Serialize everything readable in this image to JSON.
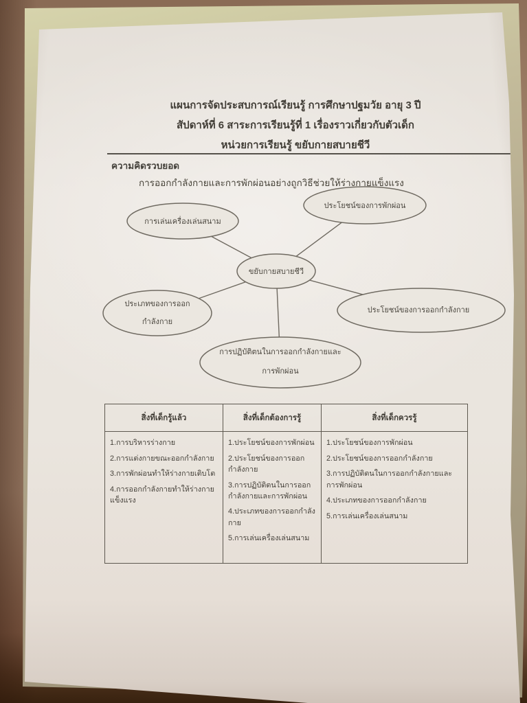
{
  "document": {
    "title_lines": [
      "แผนการจัดประสบการณ์เรียนรู้ การศึกษาปฐมวัย อายุ 3 ปี",
      "สัปดาห์ที่ 6 สาระการเรียนรู้ที่ 1 เรื่องราวเกี่ยวกับตัวเด็ก",
      "หน่วยการเรียนรู้ ขยับกายสบายชีวี"
    ],
    "concept_heading": "ความคิดรวบยอด",
    "concept_body": "การออกกำลังกายและการพักผ่อนอย่างถูกวิธีช่วยให้ร่างกายแข็งแรง"
  },
  "mindmap": {
    "center": {
      "lines": [
        "ขยับกายสบายชีวี"
      ]
    },
    "nodes": [
      {
        "name": "playground",
        "lines": [
          "การเล่นเครื่องเล่นสนาม"
        ]
      },
      {
        "name": "rest-benefits",
        "lines": [
          "ประโยชน์ของการพักผ่อน"
        ]
      },
      {
        "name": "exercise-types",
        "lines": [
          "ประเภทของการออก",
          "กำลังกาย"
        ]
      },
      {
        "name": "exercise-benefits",
        "lines": [
          "ประโยชน์ของการออกกำลังกาย"
        ]
      },
      {
        "name": "self-practice",
        "lines": [
          "การปฏิบัติตนในการออกกำลังกายและ",
          "การพักผ่อน"
        ]
      }
    ]
  },
  "table": {
    "headers": [
      "สิ่งที่เด็กรู้แล้ว",
      "สิ่งที่เด็กต้องการรู้",
      "สิ่งที่เด็กควรรู้"
    ],
    "columns": [
      {
        "items": [
          "1.การบริหารร่างกาย",
          "2.การแต่งกายขณะออกกำลังกาย",
          "3.การพักผ่อนทำให้ร่างกายเติบโต",
          "4.การออกกำลังกายทำให้ร่างกายแข็งแรง"
        ]
      },
      {
        "items": [
          "1.ประโยชน์ของการพักผ่อน",
          "2.ประโยชน์ของการออกกำลังกาย",
          "3.การปฏิบัติตนในการออกกำลังกายและการพักผ่อน",
          "4.ประเภทของการออกกำลังกาย",
          "5.การเล่นเครื่องเล่นสนาม"
        ]
      },
      {
        "items": [
          "1.ประโยชน์ของการพักผ่อน",
          "2.ประโยชน์ของการออกกำลังกาย",
          "3.การปฏิบัติตนในการออกกำลังกายและการพักผ่อน",
          "4.ประเภทของการออกกำลังกาย",
          "5.การเล่นเครื่องเล่นสนาม"
        ]
      }
    ]
  },
  "colors": {
    "paper": "#eae5df",
    "table_surface": "#967762",
    "folder_sleeve": "#d5d2aa",
    "ink": "#4b463f",
    "diagram_stroke": "#6f6a61"
  }
}
